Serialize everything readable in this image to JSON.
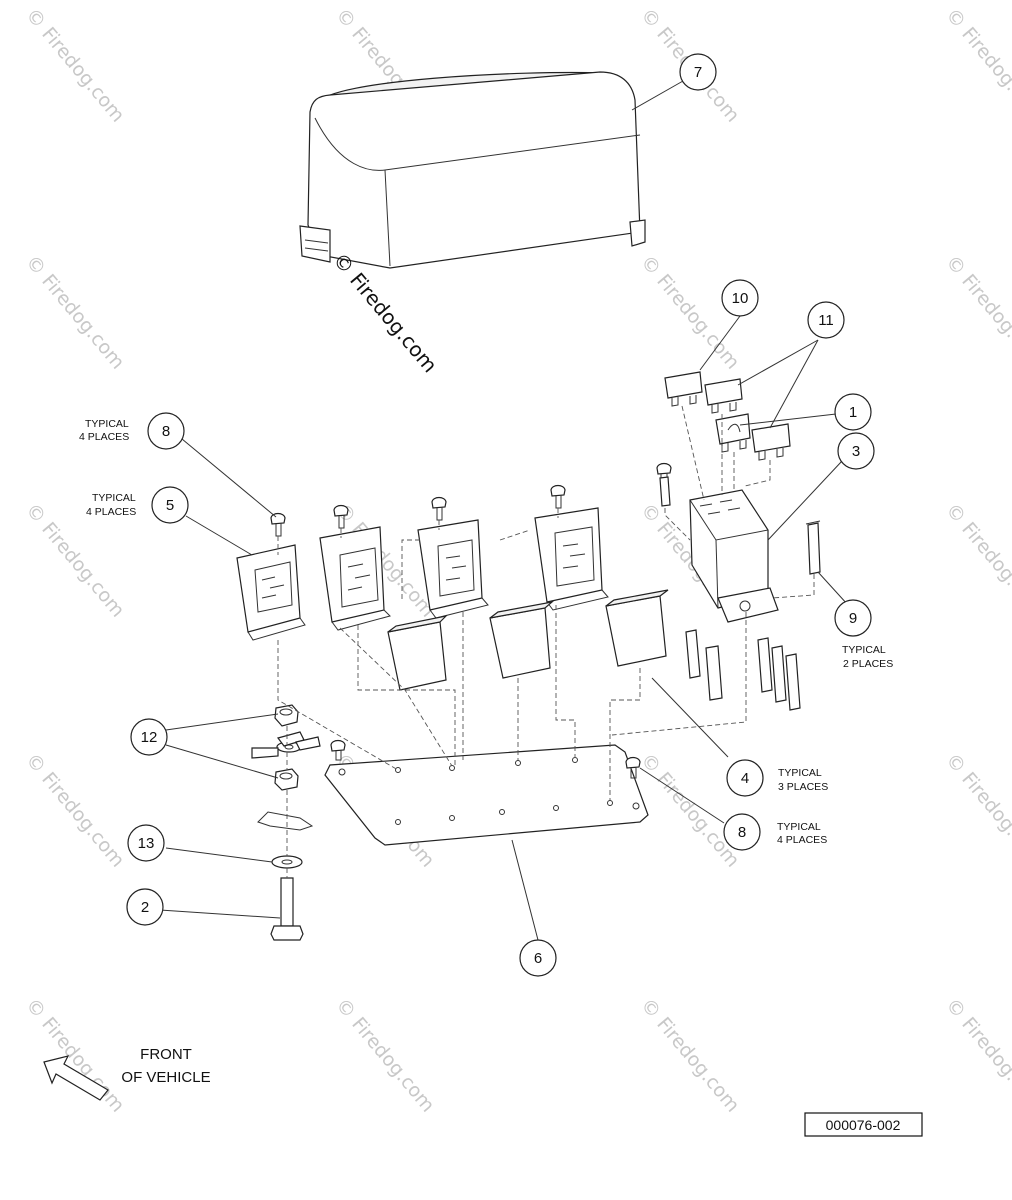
{
  "watermark": {
    "text": "© Firedog.com",
    "main_text": "© Firedog.com"
  },
  "callouts": {
    "c1": "1",
    "c2": "2",
    "c3": "3",
    "c4": "4",
    "c5": "5",
    "c6": "6",
    "c7": "7",
    "c8a": "8",
    "c8b": "8",
    "c9": "9",
    "c10": "10",
    "c11": "11",
    "c12": "12",
    "c13": "13"
  },
  "notes": {
    "typical_4_places": [
      "TYPICAL",
      "4 PLACES"
    ],
    "typical_3_places": [
      "TYPICAL",
      "3  PLACES"
    ],
    "typical_2_places": [
      "TYPICAL",
      "2 PLACES"
    ]
  },
  "front_of_vehicle": [
    "FRONT",
    "OF VEHICLE"
  ],
  "drawing_number": "000076-002"
}
